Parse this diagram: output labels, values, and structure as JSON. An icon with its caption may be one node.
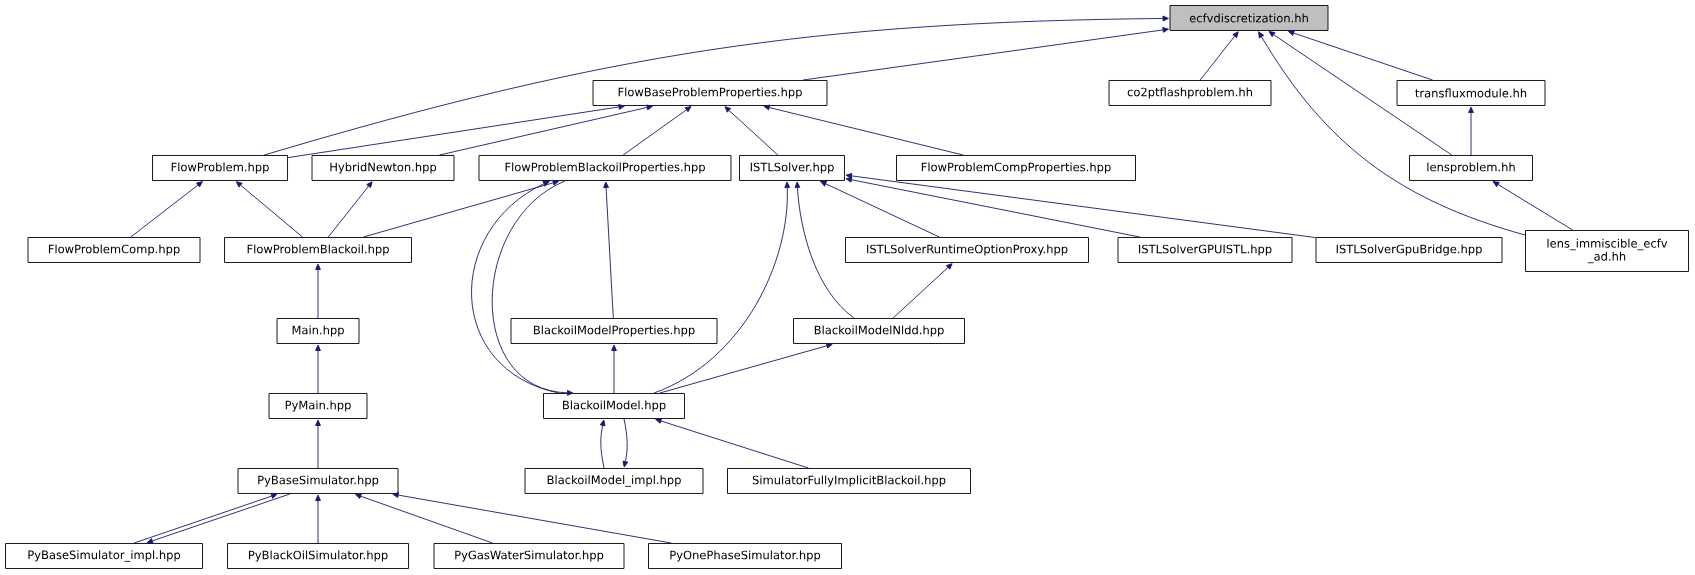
{
  "diagram": {
    "nodes": [
      {
        "text": [
          "ecfvdiscretization.hh"
        ]
      },
      {
        "text": [
          "FlowBaseProblemProperties.hpp"
        ]
      },
      {
        "text": [
          "co2ptflashproblem.hh"
        ]
      },
      {
        "text": [
          "transfluxmodule.hh"
        ]
      },
      {
        "text": [
          "FlowProblem.hpp"
        ]
      },
      {
        "text": [
          "HybridNewton.hpp"
        ]
      },
      {
        "text": [
          "FlowProblemBlackoilProperties.hpp"
        ]
      },
      {
        "text": [
          "ISTLSolver.hpp"
        ]
      },
      {
        "text": [
          "FlowProblemCompProperties.hpp"
        ]
      },
      {
        "text": [
          "lensproblem.hh"
        ]
      },
      {
        "text": [
          "FlowProblemComp.hpp"
        ]
      },
      {
        "text": [
          "FlowProblemBlackoil.hpp"
        ]
      },
      {
        "text": [
          "ISTLSolverRuntimeOptionProxy.hpp"
        ]
      },
      {
        "text": [
          "ISTLSolverGPUISTL.hpp"
        ]
      },
      {
        "text": [
          "ISTLSolverGpuBridge.hpp"
        ]
      },
      {
        "text": [
          "lens_immiscible_ecfv _ad.hh"
        ]
      },
      {
        "text": [
          "Main.hpp"
        ]
      },
      {
        "text": [
          "BlackoilModelProperties.hpp"
        ]
      },
      {
        "text": [
          "BlackoilModelNldd.hpp"
        ]
      },
      {
        "text": [
          "PyMain.hpp"
        ]
      },
      {
        "text": [
          "BlackoilModel.hpp"
        ]
      },
      {
        "text": [
          "PyBaseSimulator.hpp"
        ]
      },
      {
        "text": [
          "BlackoilModel_impl.hpp"
        ]
      },
      {
        "text": [
          "SimulatorFullyImplicitBlackoil.hpp"
        ]
      },
      {
        "text": [
          "PyBaseSimulator_impl.hpp"
        ]
      },
      {
        "text": [
          "PyBlackOilSimulator.hpp"
        ]
      },
      {
        "text": [
          "PyGasWaterSimulator.hpp"
        ]
      },
      {
        "text": [
          "PyOnePhaseSimulator.hpp"
        ]
      }
    ],
    "edges": [
      {
        "from": 1,
        "to": 0,
        "arrow": "to"
      },
      {
        "from": 2,
        "to": 0,
        "arrow": "to"
      },
      {
        "from": 3,
        "to": 0,
        "arrow": "to"
      },
      {
        "from": 4,
        "to": 0,
        "arrow": "to"
      },
      {
        "from": 9,
        "to": 0,
        "arrow": "to"
      },
      {
        "from": 15,
        "to": 0,
        "arrow": "to"
      },
      {
        "from": 4,
        "to": 1,
        "arrow": "to"
      },
      {
        "from": 5,
        "to": 1,
        "arrow": "to"
      },
      {
        "from": 6,
        "to": 1,
        "arrow": "to"
      },
      {
        "from": 7,
        "to": 1,
        "arrow": "to"
      },
      {
        "from": 8,
        "to": 1,
        "arrow": "to"
      },
      {
        "from": 9,
        "to": 3,
        "arrow": "to"
      },
      {
        "from": 10,
        "to": 4,
        "arrow": "to"
      },
      {
        "from": 11,
        "to": 4,
        "arrow": "to"
      },
      {
        "from": 11,
        "to": 5,
        "arrow": "to"
      },
      {
        "from": 11,
        "to": 6,
        "arrow": "to"
      },
      {
        "from": 17,
        "to": 6,
        "arrow": "to"
      },
      {
        "from": 20,
        "to": 6,
        "arrow": "to"
      },
      {
        "from": 6,
        "to": 20,
        "arrow": "to"
      },
      {
        "from": 20,
        "to": 7,
        "arrow": "to"
      },
      {
        "from": 18,
        "to": 7,
        "arrow": "to"
      },
      {
        "from": 12,
        "to": 7,
        "arrow": "to"
      },
      {
        "from": 13,
        "to": 7,
        "arrow": "to"
      },
      {
        "from": 14,
        "to": 7,
        "arrow": "to"
      },
      {
        "from": 15,
        "to": 9,
        "arrow": "to"
      },
      {
        "from": 18,
        "to": 12,
        "arrow": "to"
      },
      {
        "from": 16,
        "to": 11,
        "arrow": "to"
      },
      {
        "from": 20,
        "to": 17,
        "arrow": "to"
      },
      {
        "from": 20,
        "to": 18,
        "arrow": "to"
      },
      {
        "from": 19,
        "to": 16,
        "arrow": "to"
      },
      {
        "from": 22,
        "to": 20,
        "arrow": "to"
      },
      {
        "from": 20,
        "to": 22,
        "arrow": "to"
      },
      {
        "from": 23,
        "to": 20,
        "arrow": "to"
      },
      {
        "from": 21,
        "to": 19,
        "arrow": "to"
      },
      {
        "from": 24,
        "to": 21,
        "arrow": "to"
      },
      {
        "from": 21,
        "to": 24,
        "arrow": "to"
      },
      {
        "from": 25,
        "to": 21,
        "arrow": "to"
      },
      {
        "from": 26,
        "to": 21,
        "arrow": "to"
      },
      {
        "from": 27,
        "to": 21,
        "arrow": "to"
      }
    ]
  }
}
